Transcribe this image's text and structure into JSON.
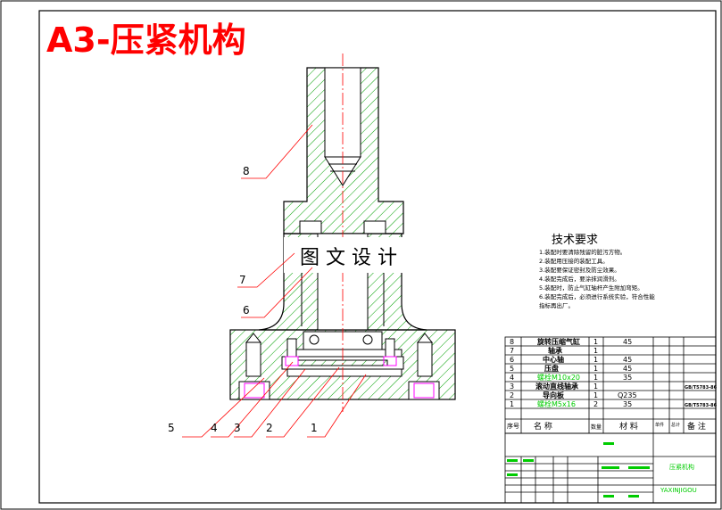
{
  "title": "A3-压紧机构",
  "watermark": "图 文 设 计",
  "tech": {
    "heading": "技术要求",
    "lines": [
      "1.装配时要清除残留的脏污方物。",
      "2.装配用压接的装配工具。",
      "3.装配要保证密封及防尘效果。",
      "4.装配完成后，要涂抹润滑剂。",
      "5.装配时，防止气缸轴杆产生附加弯矩。",
      "6.装配完成后，必须进行系统实验，符合性能",
      "指标再出厂。"
    ]
  },
  "callouts": [
    "8",
    "7",
    "6",
    "5",
    "4",
    "3",
    "2",
    "1"
  ],
  "bom": [
    {
      "no": "8",
      "name": "旋转压缩气缸",
      "qty": "1",
      "mat": "45",
      "note": ""
    },
    {
      "no": "7",
      "name": "轴承",
      "qty": "1",
      "mat": "",
      "note": ""
    },
    {
      "no": "6",
      "name": "中心轴",
      "qty": "1",
      "mat": "45",
      "note": ""
    },
    {
      "no": "5",
      "name": "压盘",
      "qty": "1",
      "mat": "45",
      "note": ""
    },
    {
      "no": "4",
      "name": "螺栓M10x20",
      "qty": "1",
      "mat": "35",
      "note": ""
    },
    {
      "no": "3",
      "name": "滚动直线轴承",
      "qty": "1",
      "mat": "",
      "note": "GB/T5783-86"
    },
    {
      "no": "2",
      "name": "导向板",
      "qty": "1",
      "mat": "Q235",
      "note": ""
    },
    {
      "no": "1",
      "name": "螺栓M5x16",
      "qty": "2",
      "mat": "35",
      "note": "GB/T5783-86"
    }
  ],
  "bom_header": {
    "no": "序号",
    "name": "名 称",
    "qty": "数量",
    "mat": "材 料",
    "note1": "单件",
    "note2": "总计",
    "remark": "备 注"
  },
  "titleblock": {
    "drawing_name": "压紧机构",
    "school": "YAXINJIGOU"
  },
  "colors": {
    "frame": "#000000",
    "hatch": "#00a000",
    "leader": "#ff0000",
    "title": "#ff0000",
    "center": "#ff0000",
    "green_text": "#00cc00",
    "magenta": "#ff00ff"
  }
}
